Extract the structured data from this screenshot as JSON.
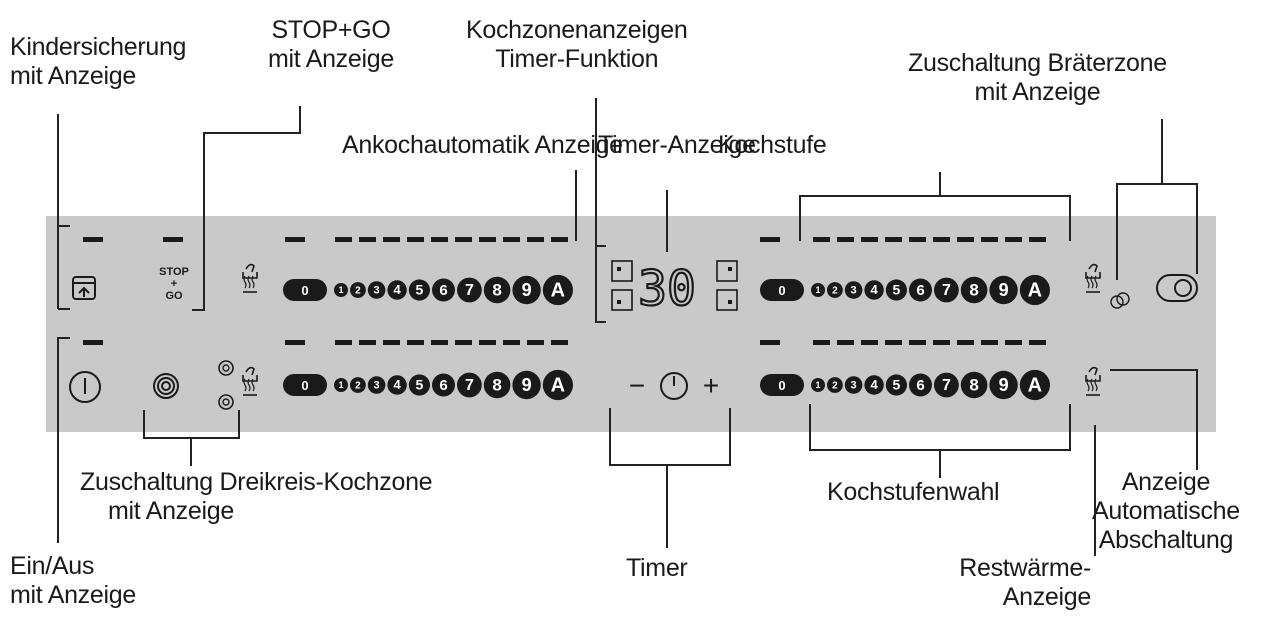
{
  "labels": {
    "kindersicherung": [
      "Kindersicherung",
      "mit Anzeige"
    ],
    "stopgo": [
      "STOP+GO",
      "mit Anzeige"
    ],
    "kochzonenanzeigen": [
      "Kochzonenanzeigen",
      "Timer-Funktion"
    ],
    "braeterzone": [
      "Zuschaltung Bräterzone",
      "mit Anzeige"
    ],
    "ankochautomatik": "Ankochautomatik Anzeige",
    "timer_anzeige": "Timer-Anzeige",
    "kochstufe": "Kochstufe",
    "dreikreis": [
      "Zuschaltung Dreikreis-Kochzone",
      "mit Anzeige"
    ],
    "kochstufenwahl": "Kochstufenwahl",
    "automatische_abschaltung": [
      "Anzeige",
      "Automatische",
      "Abschaltung"
    ],
    "einaus": [
      "Ein/Aus",
      "mit Anzeige"
    ],
    "timer": "Timer",
    "restwaerme": [
      "Restwärme-",
      "Anzeige"
    ]
  },
  "panel": {
    "stop_go_button": [
      "STOP",
      "+",
      "GO"
    ],
    "timer_display": "30",
    "timer_minus": "−",
    "timer_plus": "+",
    "slider_off": "0",
    "slider_steps": [
      "1",
      "2",
      "3",
      "4",
      "5",
      "6",
      "7",
      "8",
      "9",
      "A"
    ],
    "slider_count": 4
  },
  "colors": {
    "panel": "#c9c9c9",
    "ink": "#1a1a1a",
    "leader": "#222222"
  }
}
